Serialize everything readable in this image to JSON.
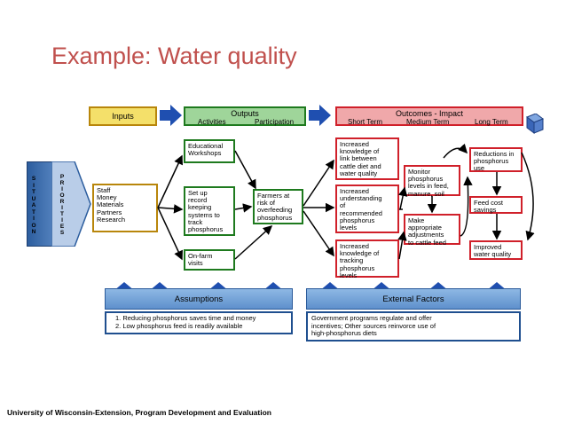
{
  "slide": {
    "title": "Example:  Water quality",
    "footer": "University of Wisconsin-Extension, Program Development and Evaluation"
  },
  "headers": {
    "inputs": "Inputs",
    "outputs": "Outputs",
    "activities": "Activities",
    "participation": "Participation",
    "outcomes": "Outcomes - Impact",
    "short_term": "Short Term",
    "medium_term": "Medium Term",
    "long_term": "Long Term"
  },
  "side": {
    "situation_letters": [
      "S",
      "I",
      "T",
      "U",
      "A",
      "T",
      "I",
      "O",
      "N"
    ],
    "priorities_letters": [
      "P",
      "R",
      "I",
      "O",
      "R",
      "I",
      "T",
      "I",
      "E",
      "S"
    ]
  },
  "inputs_box": {
    "text": "Staff\nMoney\nMaterials\nPartners\nResearch"
  },
  "activities": [
    {
      "text": "Educational\nWorkshops"
    },
    {
      "text": "Set up\nrecord\nkeeping\nsystems to\ntrack\nphosphorus"
    },
    {
      "text": "On-farm\nvisits"
    }
  ],
  "participation_box": {
    "text": "Farmers at\nrisk of\noverfeeding\nphosphorus"
  },
  "short_term": [
    {
      "text": "Increased\nknowledge of\nlink between\ncattle diet and\nwater quality"
    },
    {
      "text": "Increased\nunderstanding\nof\nrecommended\nphosphorus\nlevels"
    },
    {
      "text": "Increased\nknowledge of\ntracking\nphosphorus\nlevels"
    }
  ],
  "medium_term": [
    {
      "text": "Monitor\nphosphorus\nlevels in feed,\nmanure, soil"
    },
    {
      "text": "Make\nappropriate\nadjustments\nto cattle feed"
    }
  ],
  "long_term": [
    {
      "text": "Reductions in\nphosphorus\nuse"
    },
    {
      "text": "Feed cost\nsavings"
    },
    {
      "text": "Improved\nwater quality"
    }
  ],
  "assumptions": {
    "label": "Assumptions",
    "items": [
      "1. Reducing phosphorus saves time and money",
      "2. Low phosphorus feed is readily available"
    ]
  },
  "external_factors": {
    "label": "External Factors",
    "text": "Government programs regulate and offer\nincentives; Other sources reinvorce use of\nhigh-phosphorus diets"
  },
  "colors": {
    "title": "#c0504d",
    "inputs_fill": "#f4e06a",
    "outputs_fill": "#9fd59a",
    "outcomes_fill": "#f0a8aa",
    "assumption_fill": "#7ea7d8",
    "arrow_blue": "#1f4fb0"
  }
}
